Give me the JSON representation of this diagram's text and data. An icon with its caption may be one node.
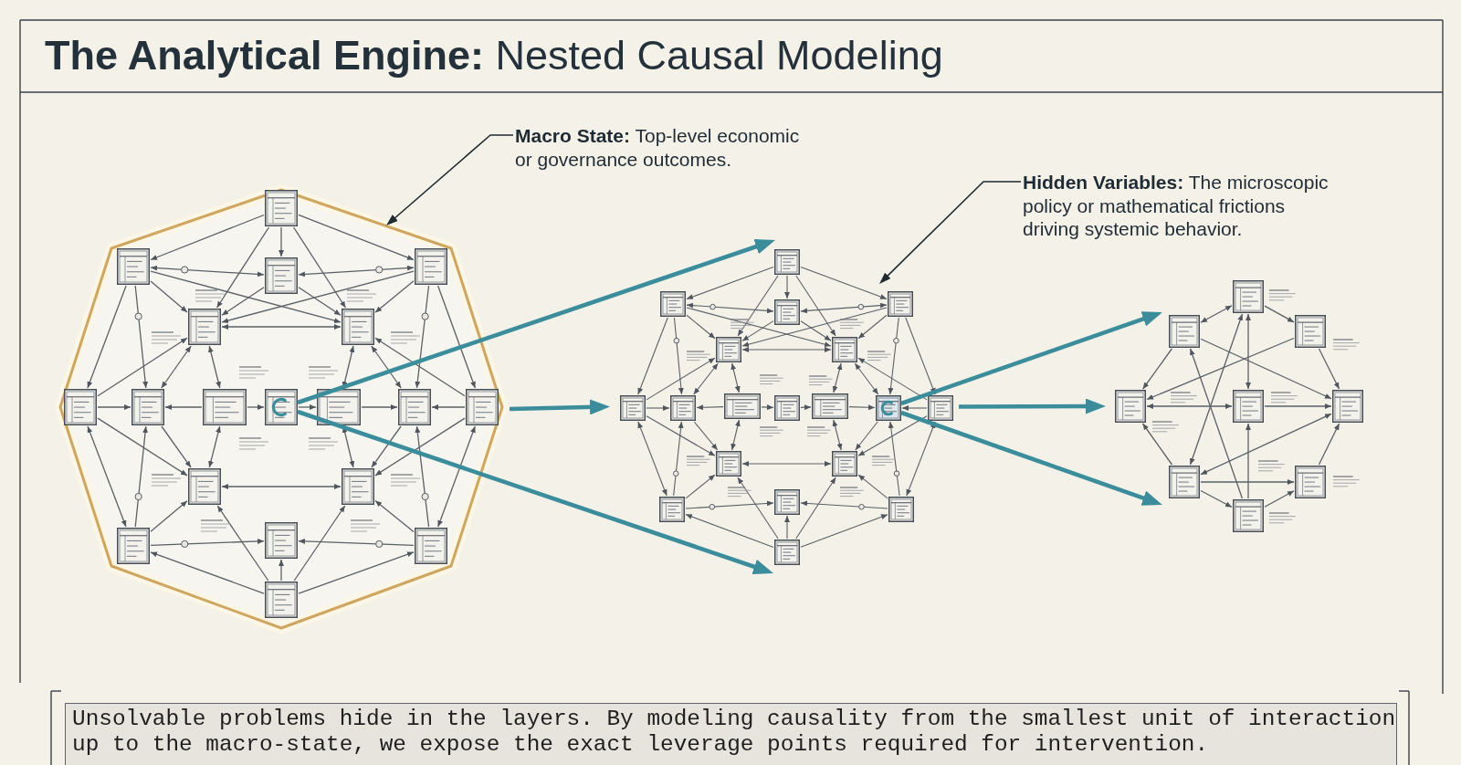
{
  "diagram": {
    "title": "**The Analytical Engine:** Nested Causal Modeling",
    "caption": "Unsolvable problems hide in the layers. By modeling causality from the smallest unit of interaction up to the macro-state, we expose the exact leverage points required for intervention.",
    "nodes": [
      {
        "text": [
          "**Macro State:** Top-level economic or governance outcomes."
        ]
      },
      {
        "text": [
          "**Hidden Variables:** The microscopic policy or mathematical frictions driving systemic behavior."
        ]
      },
      {
        "text": [],
        "shape": "picture"
      },
      {
        "text": [],
        "shape": "picture"
      },
      {
        "text": [],
        "shape": "picture"
      }
    ],
    "edges": [
      {
        "from": 0,
        "to": 2,
        "arrow": "to",
        "color": "#1f2a30"
      },
      {
        "from": 1,
        "to": 3,
        "arrow": "to",
        "color": "#1f2a30"
      },
      {
        "from": 2,
        "to": 3,
        "arrow": "to"
      },
      {
        "from": 2,
        "to": 3,
        "arrow": "to"
      },
      {
        "from": 2,
        "to": 3,
        "arrow": "to"
      },
      {
        "from": 3,
        "to": 4,
        "arrow": "to"
      },
      {
        "from": 3,
        "to": 4,
        "arrow": "to"
      },
      {
        "from": 3,
        "to": 4,
        "arrow": "to"
      }
    ]
  }
}
